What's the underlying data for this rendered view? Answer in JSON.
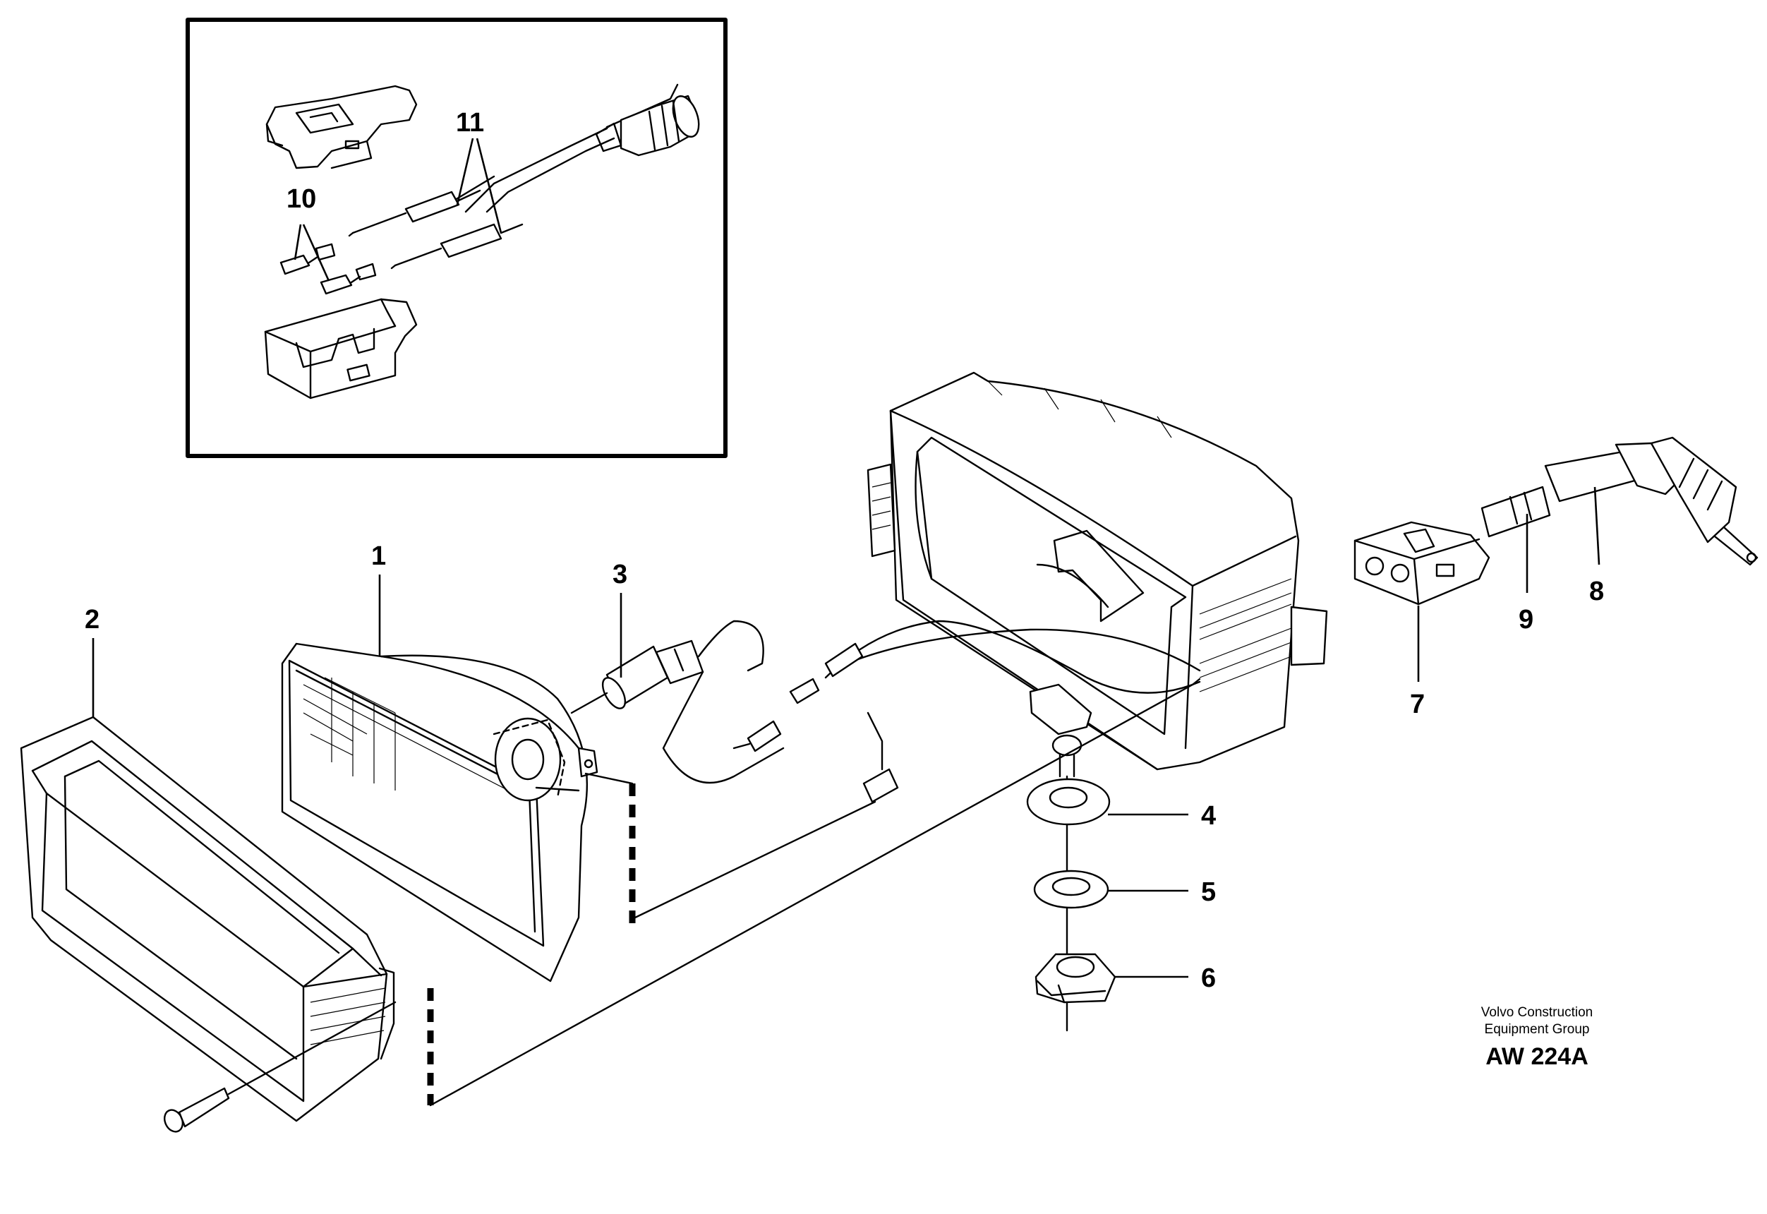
{
  "callouts": {
    "c1": "1",
    "c2": "2",
    "c3": "3",
    "c4": "4",
    "c5": "5",
    "c6": "6",
    "c7": "7",
    "c8": "8",
    "c9": "9",
    "c10": "10",
    "c11": "11"
  },
  "caption": {
    "line1": "Volvo Construction",
    "line2": "Equipment Group",
    "code": "AW 224A"
  }
}
